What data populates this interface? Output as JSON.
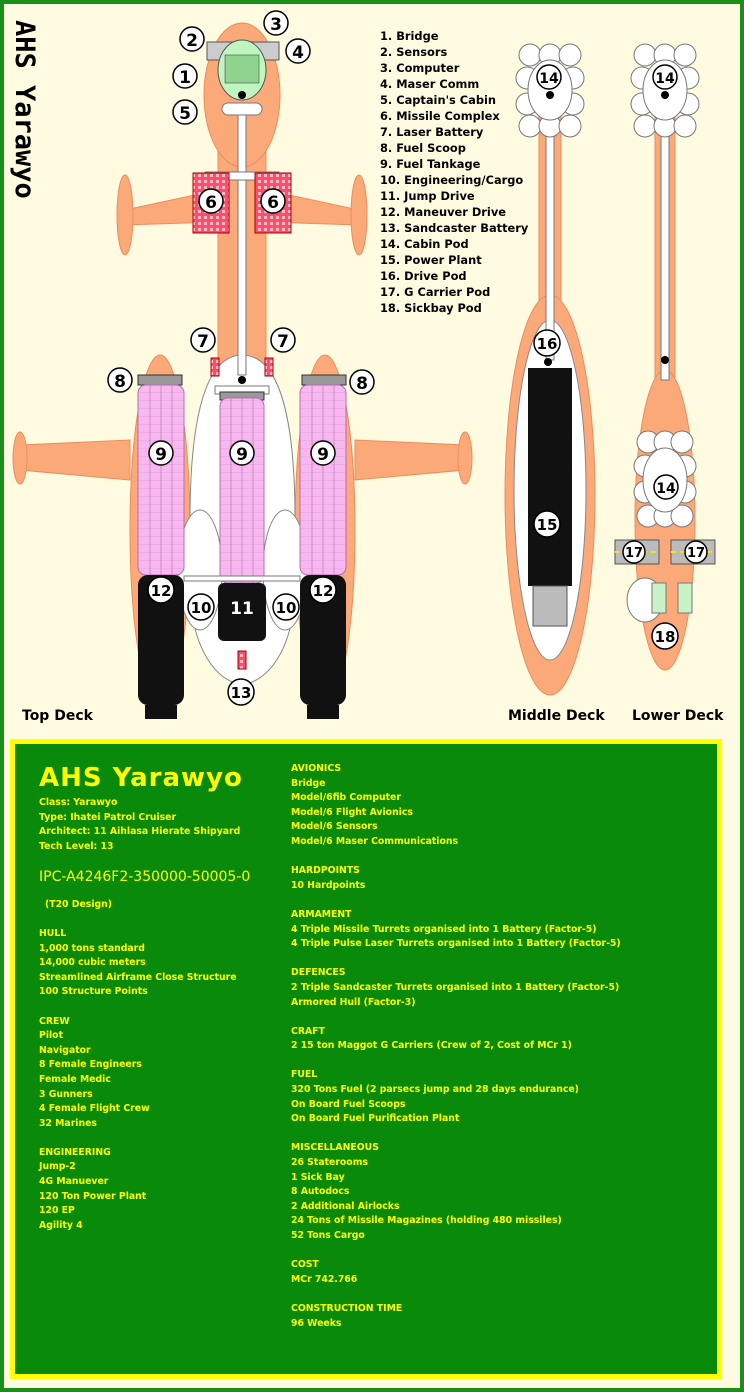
{
  "ship_title": "AHS Yarawyo",
  "legend": [
    "1. Bridge",
    "2. Sensors",
    "3. Computer",
    "4. Maser Comm",
    "5. Captain's Cabin",
    "6. Missile Complex",
    "7. Laser Battery",
    "8. Fuel Scoop",
    "9. Fuel Tankage",
    "10. Engineering/Cargo",
    "11. Jump Drive",
    "12. Maneuver Drive",
    "13. Sandcaster Battery",
    "14. Cabin Pod",
    "15. Power Plant",
    "16. Drive Pod",
    "17. G Carrier Pod",
    "18. Sickbay Pod"
  ],
  "decks": {
    "top": "Top Deck",
    "middle": "Middle Deck",
    "lower": "Lower Deck"
  },
  "markers": {
    "n1": "1",
    "n2": "2",
    "n3": "3",
    "n4": "4",
    "n5": "5",
    "n6": "6",
    "n7": "7",
    "n8": "8",
    "n9": "9",
    "n10": "10",
    "n11": "11",
    "n12": "12",
    "n13": "13",
    "n14": "14",
    "n15": "15",
    "n16": "16",
    "n17": "17",
    "n18": "18"
  },
  "colors": {
    "hull": "#fca97a",
    "hull_stroke": "#e98d5e",
    "tank": "#f7b8f0",
    "border": "#1a8f1a",
    "panel_bg": "#0a8a0a",
    "panel_text": "#ffff00",
    "background": "#fffbe0"
  },
  "spec": {
    "name": "AHS Yarawyo",
    "info": [
      "Class: Yarawyo",
      "Type: Ihatei Patrol Cruiser",
      "Architect: 11 Aihlasa Hierate Shipyard",
      "Tech Level: 13"
    ],
    "ipc": "IPC-A4246F2-350000-50005-0",
    "design": "(T20 Design)",
    "left_sections": [
      {
        "heading": "HULL",
        "lines": [
          "1,000 tons standard",
          "14,000 cubic meters",
          "Streamlined Airframe Close Structure",
          "100 Structure Points"
        ]
      },
      {
        "heading": "CREW",
        "lines": [
          "Pilot",
          "Navigator",
          "8 Female Engineers",
          "Female Medic",
          "3 Gunners",
          "4 Female Flight Crew",
          "32 Marines"
        ]
      },
      {
        "heading": "ENGINEERING",
        "lines": [
          "Jump-2",
          "4G Manuever",
          "120 Ton Power Plant",
          "120 EP",
          "Agility 4"
        ]
      }
    ],
    "right_sections": [
      {
        "heading": "AVIONICS",
        "lines": [
          "Bridge",
          "Model/6fib Computer",
          "Model/6 Flight Avionics",
          "Model/6 Sensors",
          "Model/6 Maser Communications"
        ]
      },
      {
        "heading": "HARDPOINTS",
        "lines": [
          "10 Hardpoints"
        ]
      },
      {
        "heading": "ARMAMENT",
        "lines": [
          "4 Triple Missile Turrets organised into 1 Battery (Factor-5)",
          "4 Triple Pulse Laser Turrets organised into 1 Battery (Factor-5)"
        ]
      },
      {
        "heading": "DEFENCES",
        "lines": [
          "2 Triple Sandcaster Turrets organised into 1 Battery (Factor-5)",
          "Armored Hull (Factor-3)"
        ]
      },
      {
        "heading": "CRAFT",
        "lines": [
          "2 15 ton Maggot G Carriers (Crew of 2, Cost of MCr 1)"
        ]
      },
      {
        "heading": "FUEL",
        "lines": [
          "320 Tons Fuel (2 parsecs jump and 28 days endurance)",
          "On Board Fuel Scoops",
          "On Board Fuel Purification Plant"
        ]
      },
      {
        "heading": "MISCELLANEOUS",
        "lines": [
          "26 Staterooms",
          "1 Sick Bay",
          "8 Autodocs",
          "2 Additional Airlocks",
          "24 Tons of Missile Magazines (holding 480 missiles)",
          "52 Tons Cargo"
        ]
      },
      {
        "heading": "COST",
        "lines": [
          "MCr 742.766"
        ]
      },
      {
        "heading": "CONSTRUCTION TIME",
        "lines": [
          "96 Weeks"
        ]
      }
    ]
  }
}
